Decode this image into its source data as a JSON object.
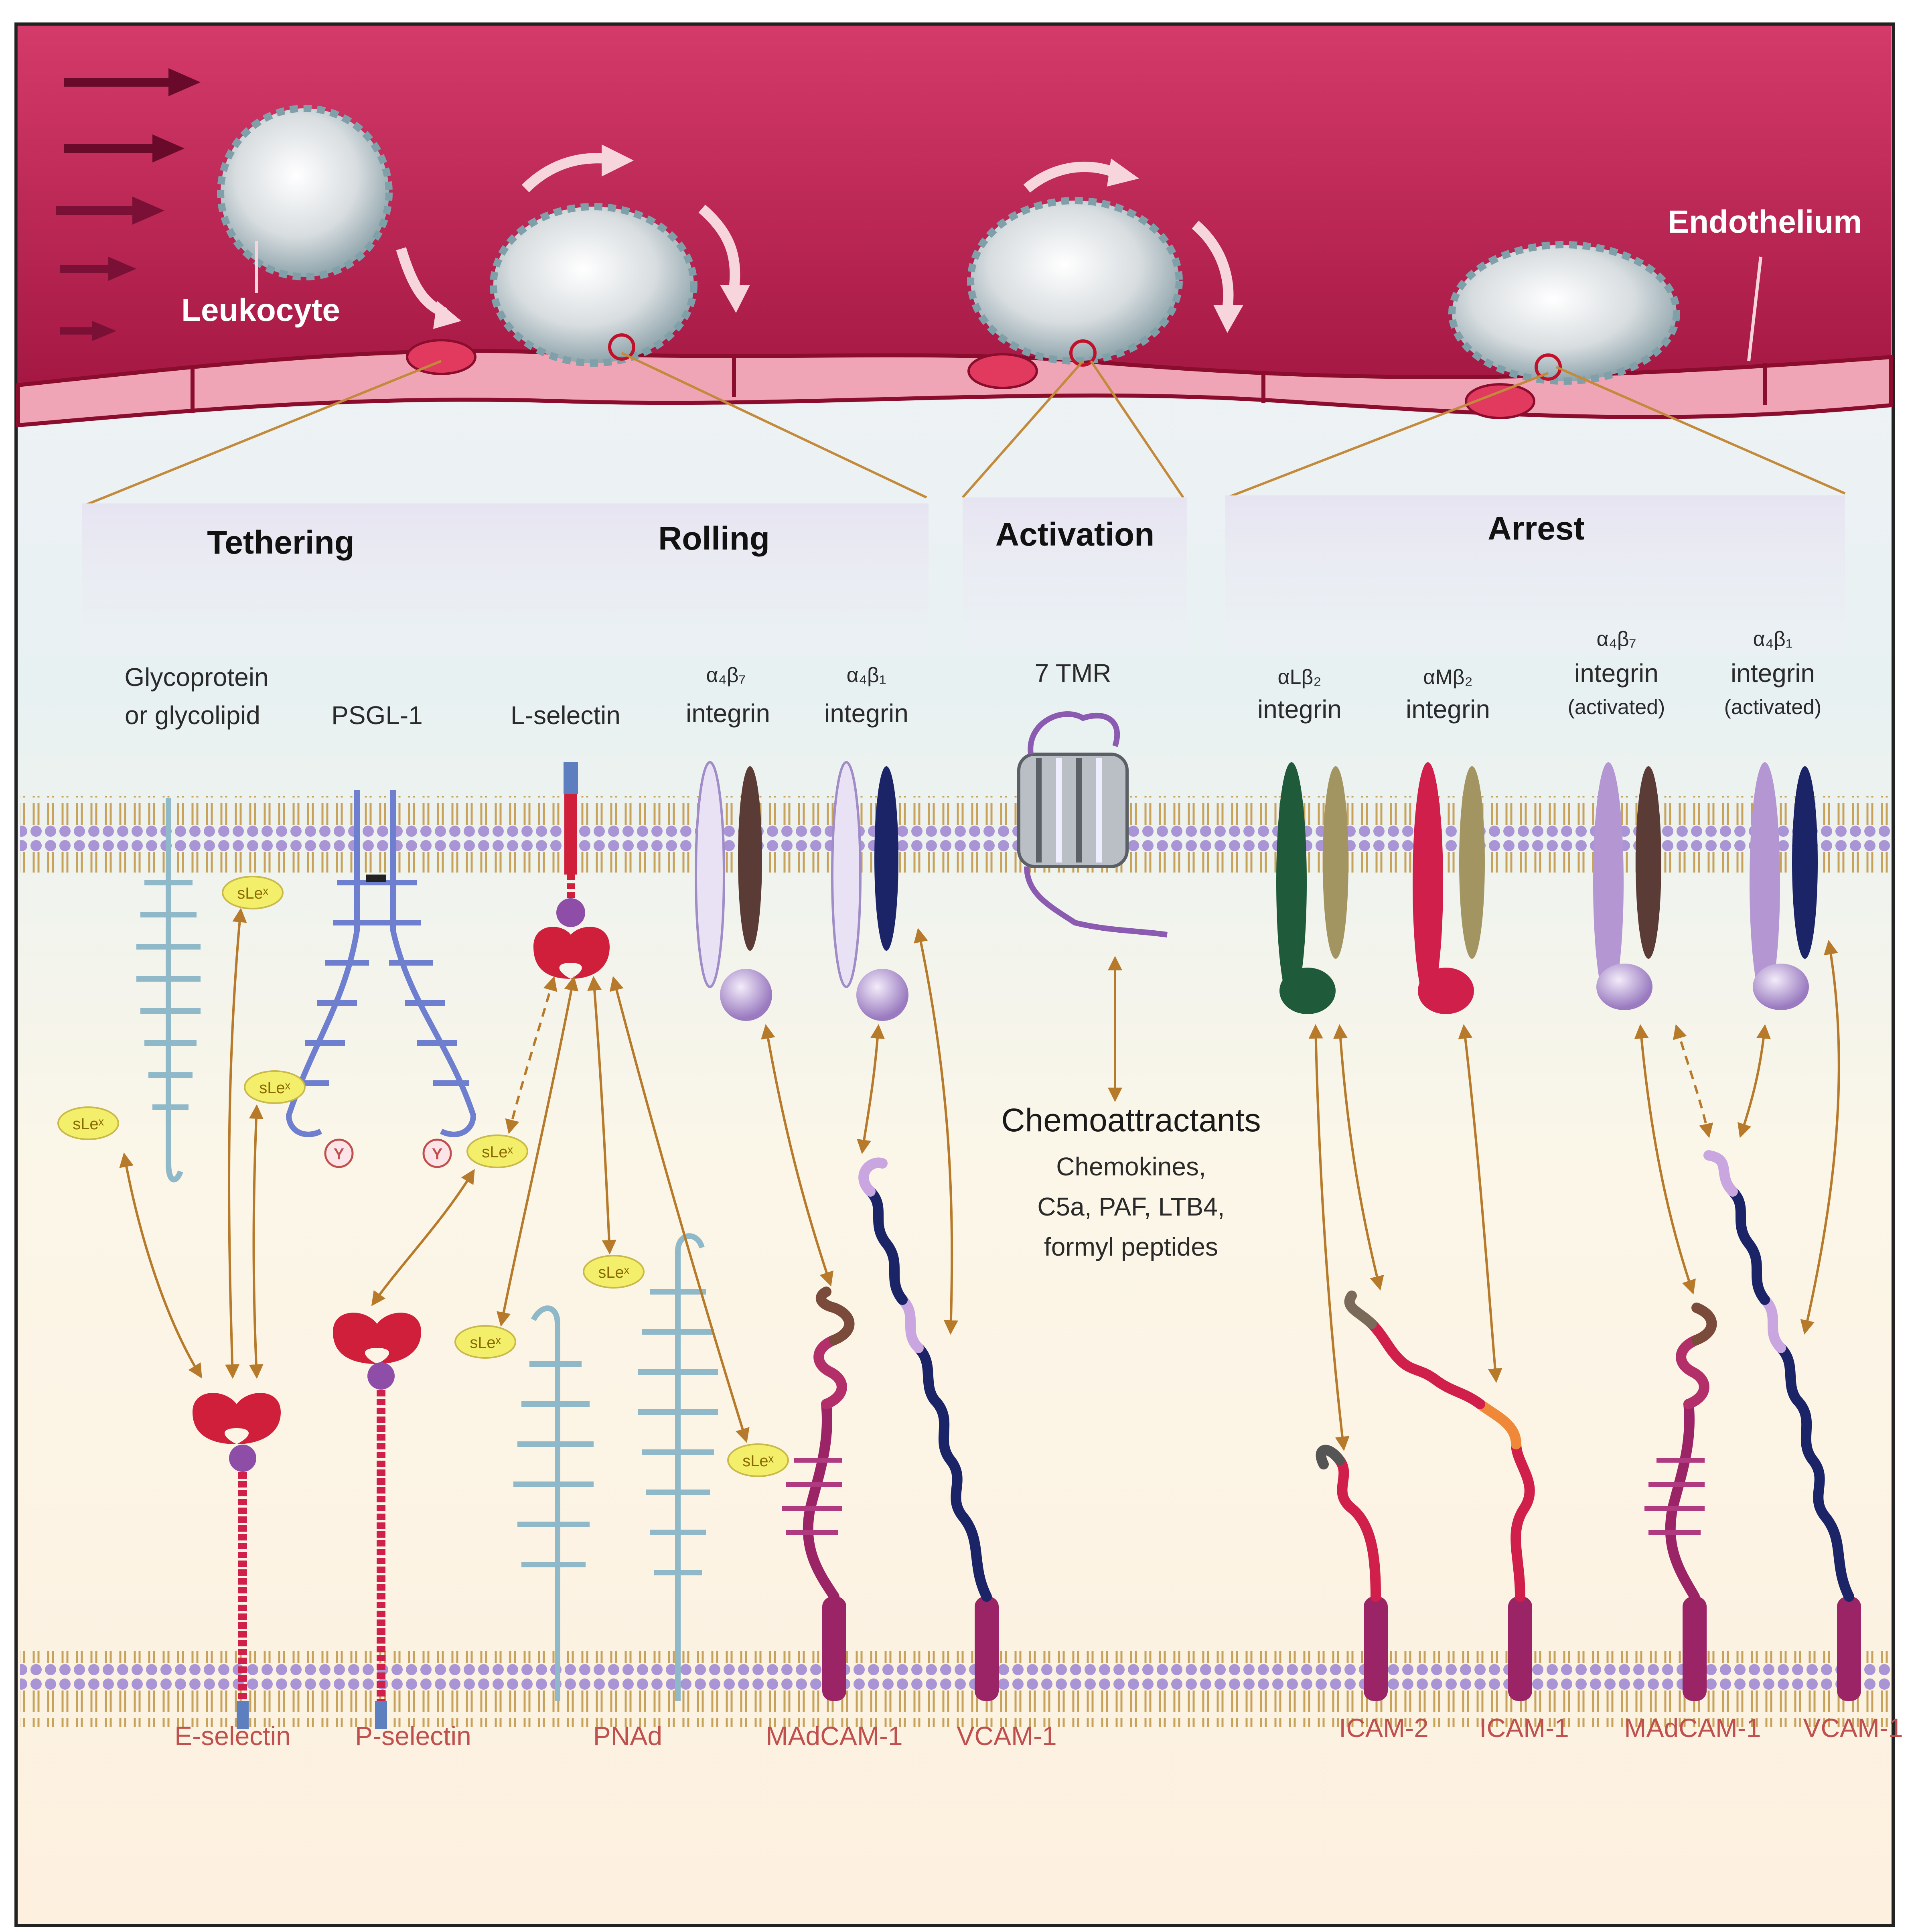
{
  "vessel": {
    "leukocyte_label": "Leukocyte",
    "endothelium_label": "Endothelium"
  },
  "stages": {
    "tethering": "Tethering",
    "rolling": "Rolling",
    "activation": "Activation",
    "arrest": "Arrest"
  },
  "leukocyte_molecules": {
    "glycoprotein_line1": "Glycoprotein",
    "glycoprotein_line2": "or glycolipid",
    "psgl1": "PSGL-1",
    "l_selectin": "L-selectin",
    "a4b7_greek": "α₄β₇",
    "a4b7_word": "integrin",
    "a4b1_greek": "α₄β₁",
    "a4b1_word": "integrin",
    "tmr": "7 TMR",
    "aLb2_greek": "αLβ₂",
    "aLb2_word": "integrin",
    "aMb2_greek": "αMβ₂",
    "aMb2_word": "integrin",
    "a4b7act_greek": "α₄β₇",
    "a4b7act_word": "integrin",
    "a4b7act_note": "(activated)",
    "a4b1act_greek": "α₄β₁",
    "a4b1act_word": "integrin",
    "a4b1act_note": "(activated)"
  },
  "sle_tag": "sLeˣ",
  "tyrosine_tag": "Y",
  "chemoattractants": {
    "title": "Chemoattractants",
    "line1": "Chemokines,",
    "line2": "C5a, PAF, LTB4,",
    "line3": "formyl peptides"
  },
  "endothelial_molecules": {
    "e_selectin": "E-selectin",
    "p_selectin": "P-selectin",
    "pnad": "PNAd",
    "madcam1_a": "MAdCAM-1",
    "vcam1_a": "VCAM-1",
    "icam2": "ICAM-2",
    "icam1": "ICAM-1",
    "madcam1_b": "MAdCAM-1",
    "vcam1_b": "VCAM-1"
  },
  "colors": {
    "vessel": "#b8234f",
    "membrane_heads": "#9b86c9",
    "selectin": "#d01f3a",
    "sle_badge": "#f3ef6a",
    "arrow": "#b77a2a",
    "panel": "#e2e2f0"
  }
}
